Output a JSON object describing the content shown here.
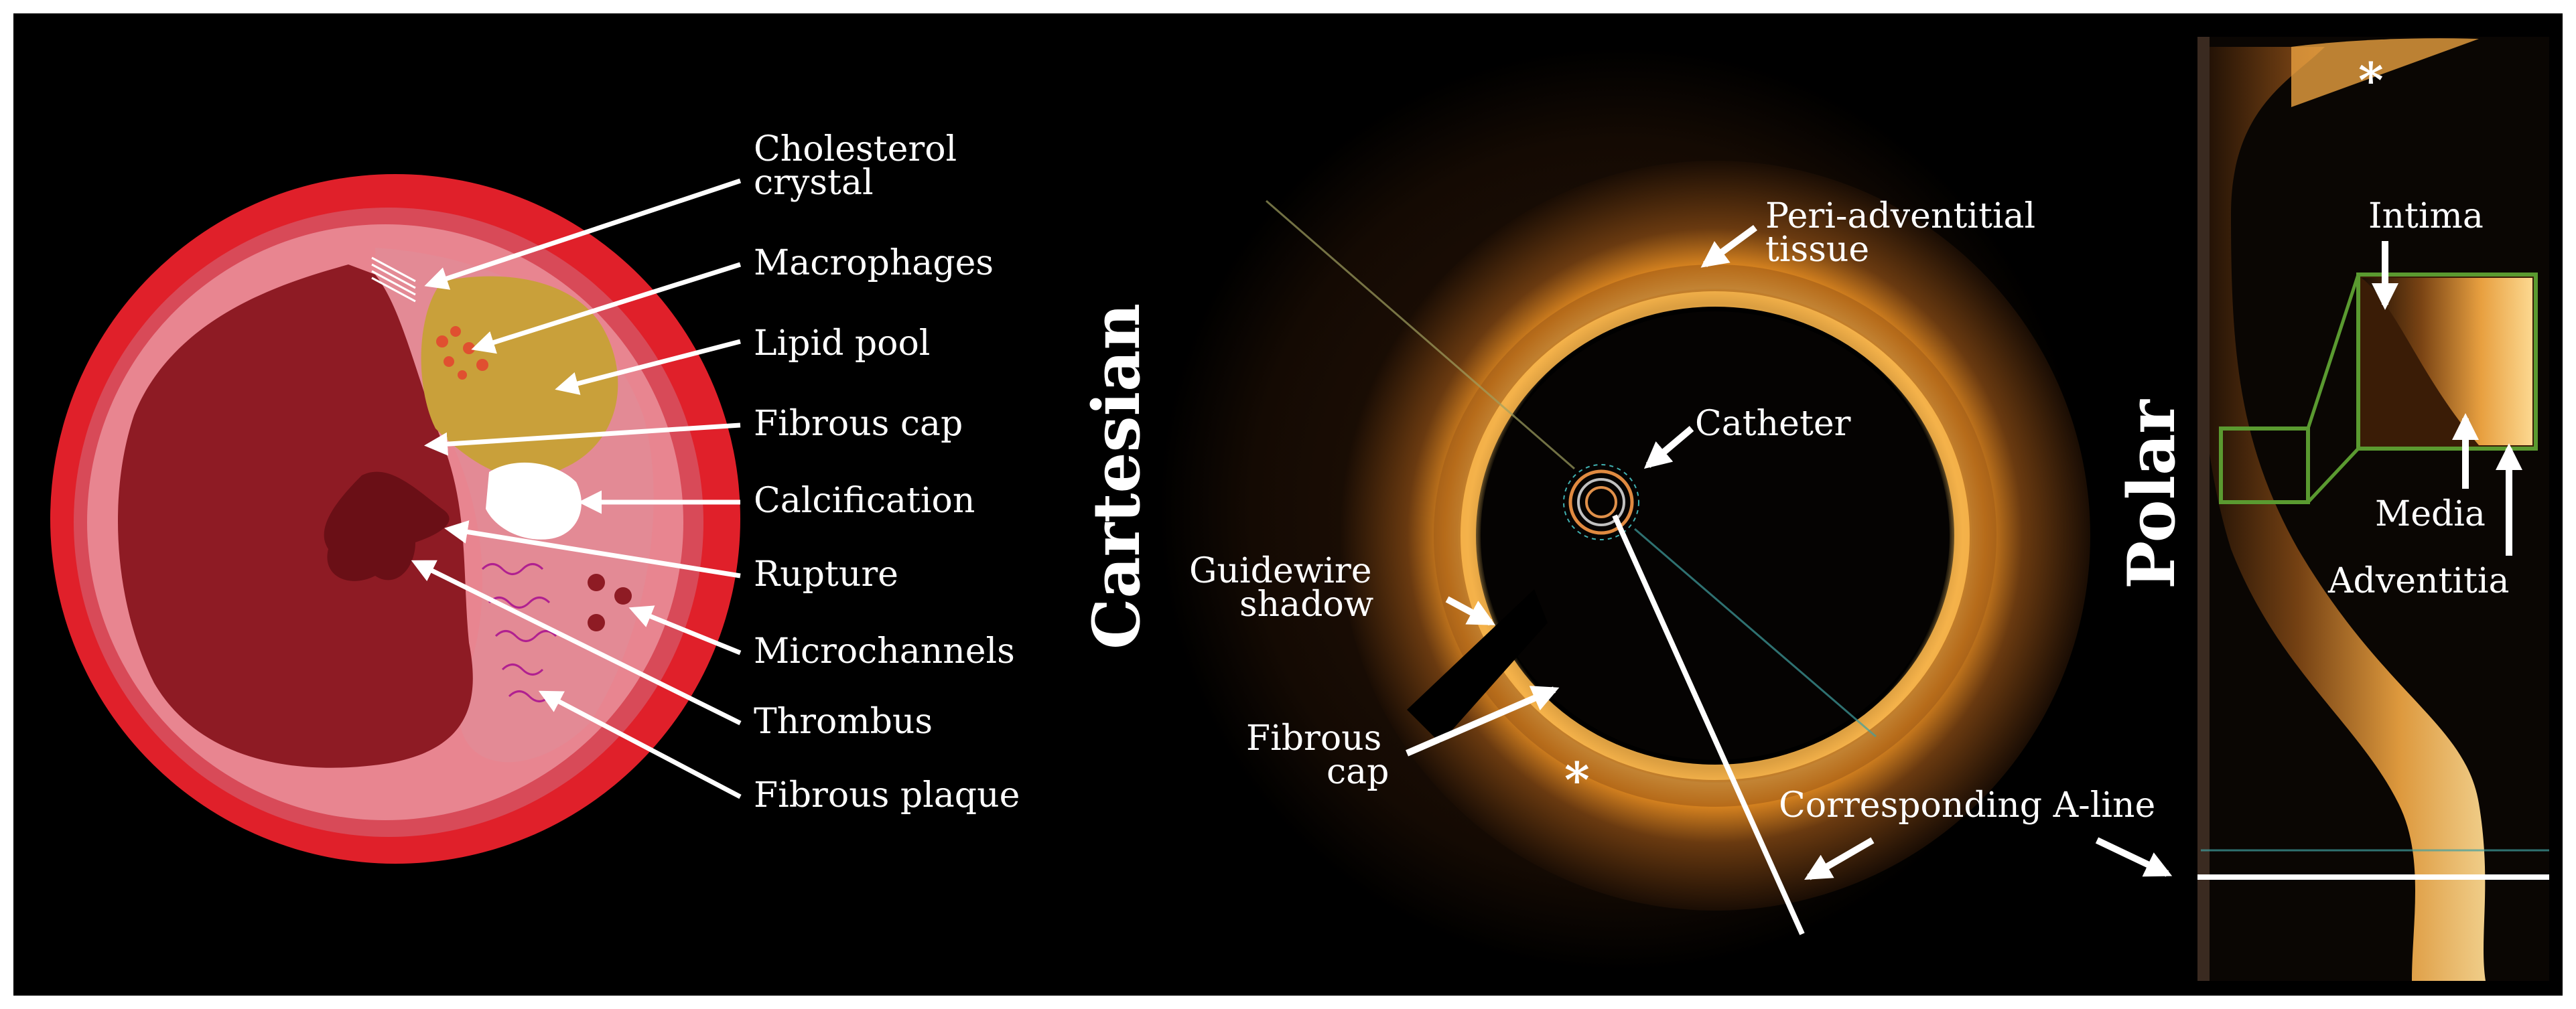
{
  "schematic": {
    "labels": {
      "cholesterol_crystal_1": "Cholesterol",
      "cholesterol_crystal_2": "crystal",
      "macrophages": "Macrophages",
      "lipid_pool": "Lipid pool",
      "fibrous_cap": "Fibrous cap",
      "calcification": "Calcification",
      "rupture": "Rupture",
      "microchannels": "Microchannels",
      "thrombus": "Thrombus",
      "fibrous_plaque": "Fibrous plaque"
    }
  },
  "cartesian": {
    "title": "Cartesian",
    "labels": {
      "peri_adventitial_1": "Peri-adventitial",
      "peri_adventitial_2": "tissue",
      "catheter": "Catheter",
      "guidewire_1": "Guidewire",
      "guidewire_2": "shadow",
      "fibrous_cap_1": "Fibrous",
      "fibrous_cap_2": "cap",
      "asterisk": "*",
      "corresponding_aline": "Corresponding A-line"
    }
  },
  "polar": {
    "title": "Polar",
    "labels": {
      "asterisk": "*",
      "intima": "Intima",
      "media": "Media",
      "adventitia": "Adventitia"
    }
  },
  "colors": {
    "background": "#000000",
    "vessel_outer": "#e0202a",
    "vessel_wall": "#e55a6a",
    "lumen": "#8e1b24",
    "lipid_pool": "#c9a03a",
    "oct_tissue": "#f0a030",
    "green_box": "#5a9a30"
  }
}
